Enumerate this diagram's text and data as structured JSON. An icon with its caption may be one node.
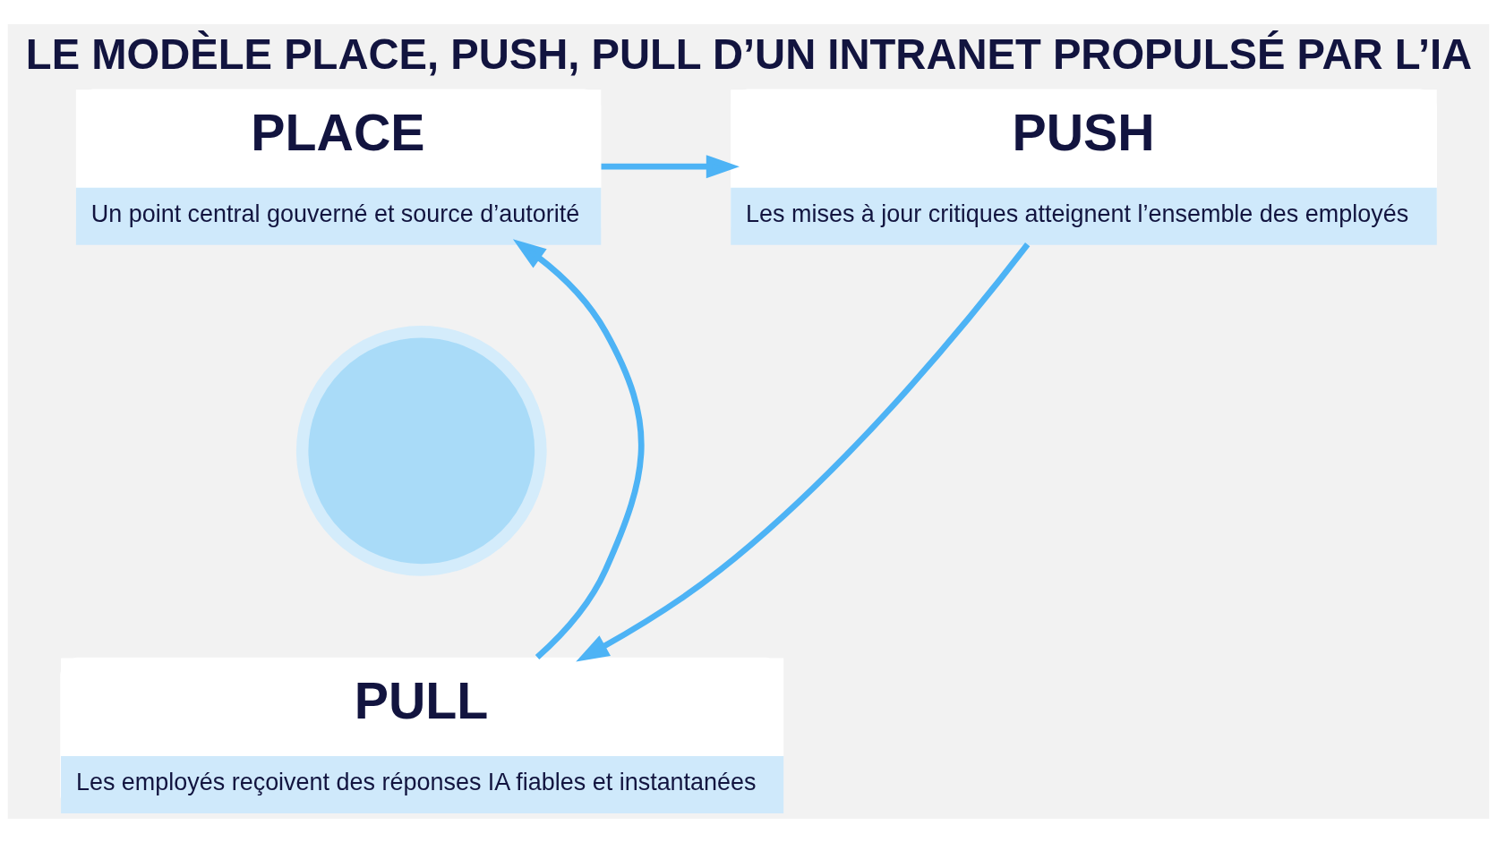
{
  "diagram": {
    "title": "LE MODÈLE PLACE, PUSH, PULL D’UN INTRANET PROPULSÉ PAR L’IA",
    "nodes": [
      {
        "text": [
          "PLACE",
          "Un point central gouverné et source d’autorité"
        ]
      },
      {
        "text": [
          "PUSH",
          "Les mises à jour critiques atteignent l’ensemble des employés"
        ]
      },
      {
        "text": [
          "PULL",
          "Les employés reçoivent des réponses IA fiables et instantanées"
        ]
      },
      {
        "text": [],
        "shape": "circle"
      }
    ],
    "edges": [
      {
        "from": 0,
        "to": 1,
        "arrow": "to"
      },
      {
        "from": 1,
        "to": 2,
        "arrow": "to"
      },
      {
        "from": 2,
        "to": 0,
        "arrow": "to"
      }
    ]
  }
}
